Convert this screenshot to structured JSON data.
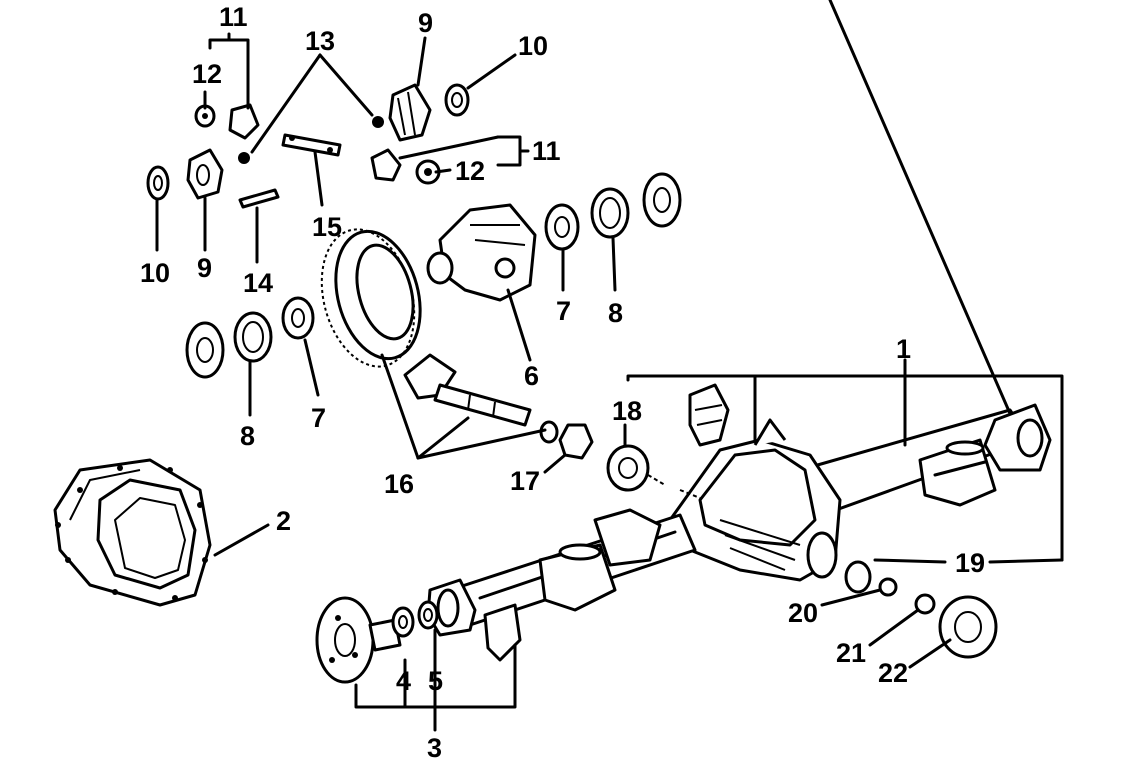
{
  "callouts": {
    "c1": "1",
    "c2": "2",
    "c3": "3",
    "c4": "4",
    "c5": "5",
    "c6": "6",
    "c7a": "7",
    "c7b": "7",
    "c8a": "8",
    "c8b": "8",
    "c9a": "9",
    "c9b": "9",
    "c10a": "10",
    "c10b": "10",
    "c11a": "11",
    "c11b": "11",
    "c12a": "12",
    "c12b": "12",
    "c13": "13",
    "c14": "14",
    "c15": "15",
    "c16": "16",
    "c17": "17",
    "c18": "18",
    "c19": "19",
    "c20": "20",
    "c21": "21",
    "c22": "22"
  }
}
